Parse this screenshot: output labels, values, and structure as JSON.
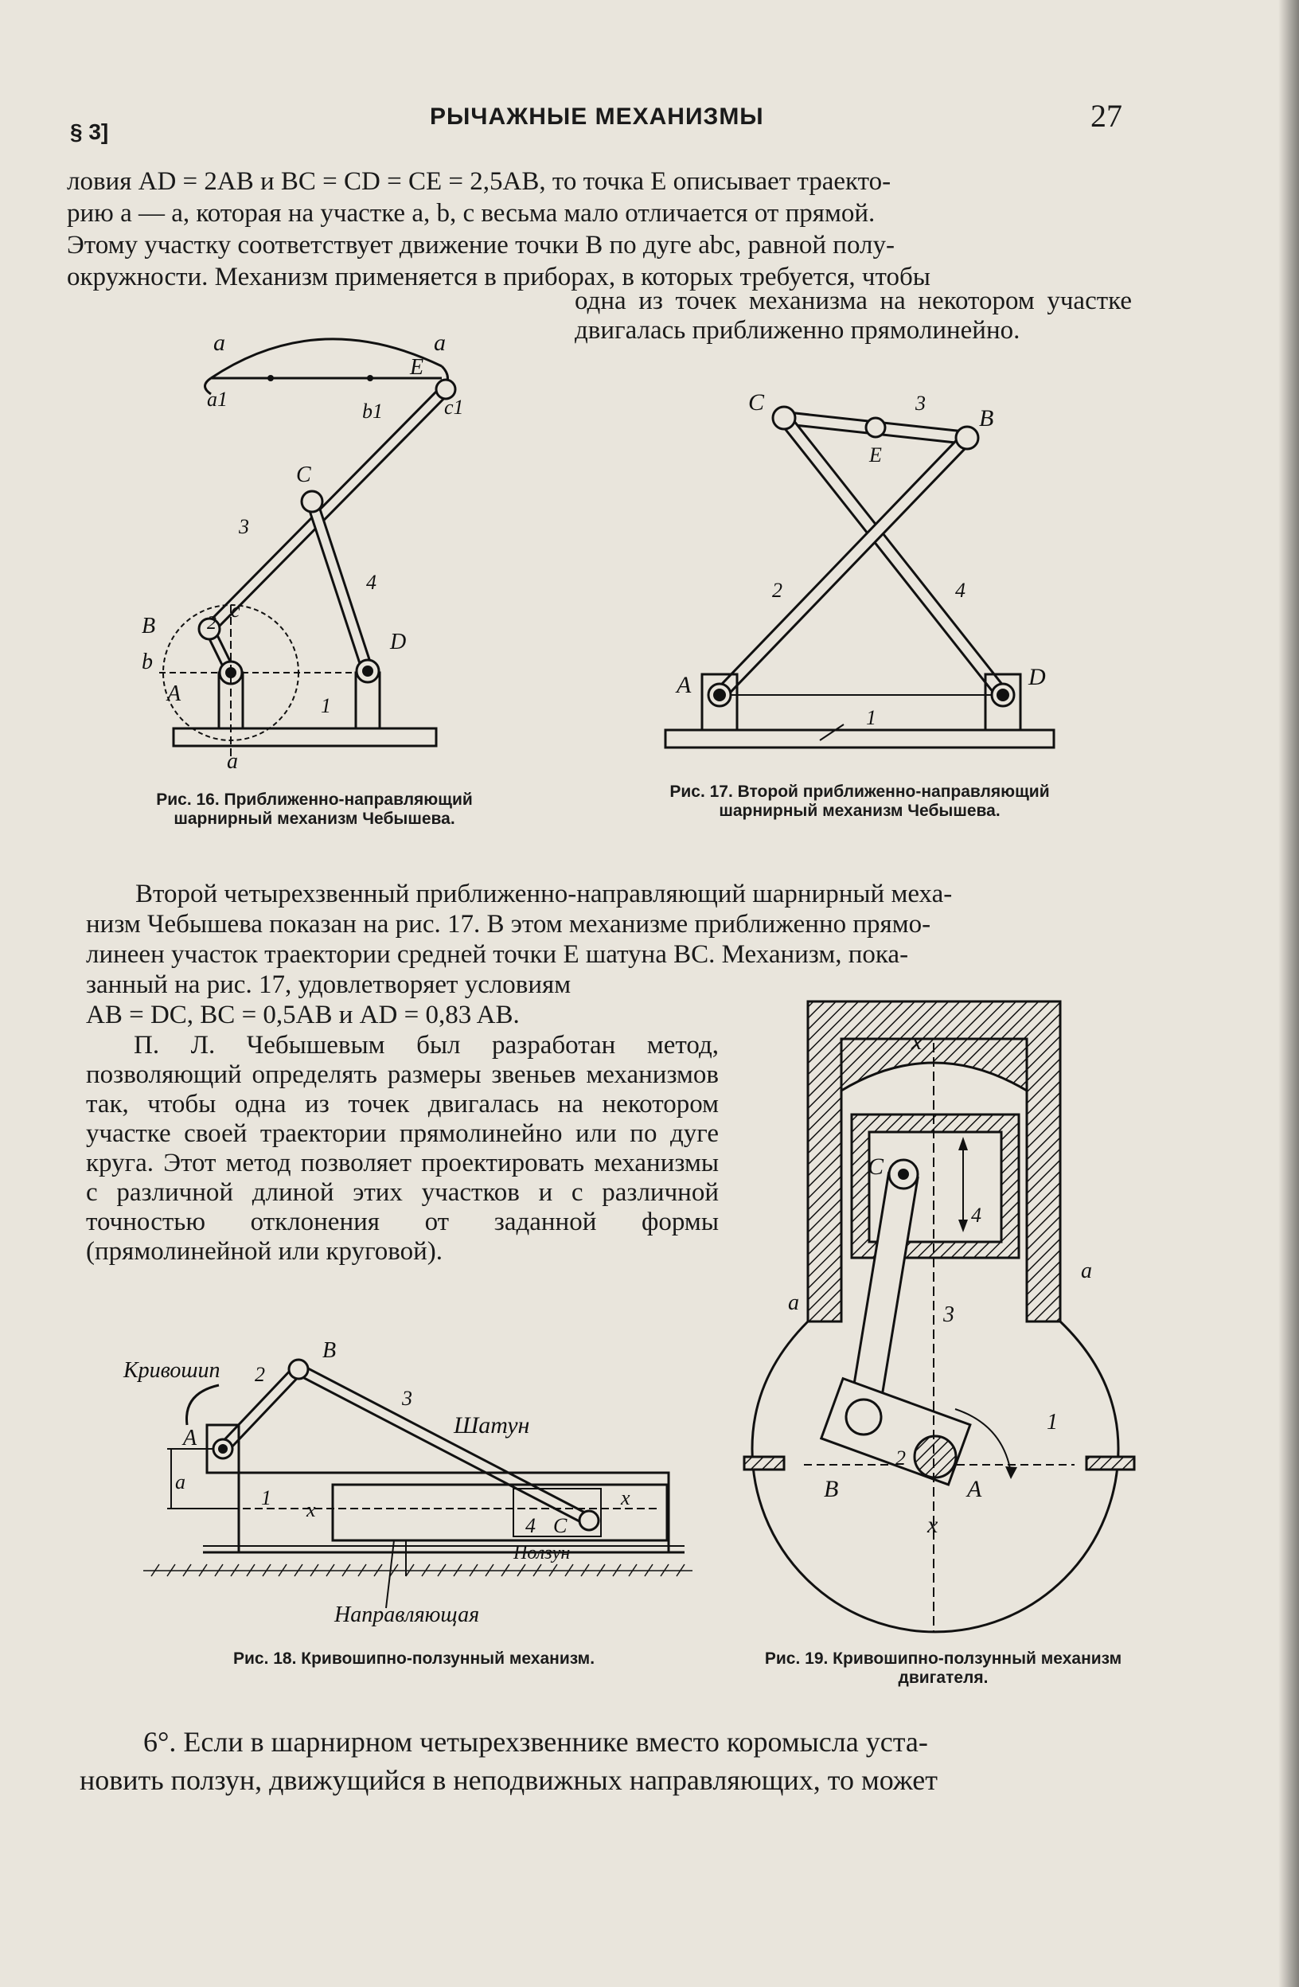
{
  "header": {
    "section": "§ 3]",
    "title": "РЫЧАЖНЫЕ МЕХАНИЗМЫ",
    "page_number": "27"
  },
  "intro": {
    "line1": "ловия AD = 2AB и BC = CD = CE = 2,5AB, то точка E описывает траекто-",
    "line2": "рию a — a, которая на участке a, b, c весьма мало отличается от прямой.",
    "line3": "Этому участку соответствует движение точки B по дуге abc, равной полу-",
    "line4": "окружности. Механизм применяется в приборах, в которых требуется, чтобы",
    "side": "одна из точек механизма на некотором участке двигалась приближенно прямолинейно."
  },
  "fig16": {
    "caption": "Рис. 16. Приближенно-направляющий шарнирный механизм Чебышева.",
    "labels": {
      "a_left": "a",
      "a_right": "a",
      "a1": "a1",
      "b1": "b1",
      "c1": "c1",
      "E": "E",
      "C": "C",
      "n3": "3",
      "n4": "4",
      "B": "B",
      "c": "c",
      "n2": "2",
      "b": "b",
      "A": "A",
      "D": "D",
      "n1": "1",
      "a": "a"
    }
  },
  "fig17": {
    "caption": "Рис. 17. Второй приближенно-направляющий шарнирный механизм Чебышева.",
    "labels": {
      "C": "C",
      "n3": "3",
      "B": "B",
      "E": "E",
      "n2": "2",
      "n4": "4",
      "A": "A",
      "D": "D",
      "n1": "1"
    }
  },
  "para2": {
    "l1": "Второй четырехзвенный приближенно-направляющий шарнирный меха-",
    "l2": "низм Чебышева показан на рис. 17. В этом механизме приближенно прямо-",
    "l3": "линеен участок траектории средней точки E шатуна BC. Механизм, пока-",
    "l4": "занный на рис. 17, удовлетворяет условиям",
    "l5": "AB = DC, BC = 0,5AB и AD = 0,83 AB."
  },
  "para3": {
    "text": "П. Л. Чебышевым был разработан метод, позволяющий определять размеры звеньев механизмов так, чтобы одна из точек двигалась на некотором участке своей траектории прямолинейно или по дуге круга. Этот метод позволяет проектировать механизмы с различной длиной этих участков и с различной точностью отклонения от заданной формы (прямолинейной или круговой)."
  },
  "fig18": {
    "caption": "Рис. 18. Кривошипно-ползунный механизм.",
    "labels": {
      "crank": "Кривошип",
      "n2": "2",
      "B": "B",
      "n3": "3",
      "rod": "Шатун",
      "A": "A",
      "a": "a",
      "n1": "1",
      "x_left": "x",
      "n4": "4",
      "C": "C",
      "x_right": "x",
      "slider": "Ползун",
      "guide": "Направляющая"
    }
  },
  "fig19": {
    "caption": "Рис. 19. Кривошипно-ползунный механизм двигателя.",
    "labels": {
      "x_top": "x",
      "C": "C",
      "n4": "4",
      "a_left": "a",
      "a_right": "a",
      "n3": "3",
      "n1": "1",
      "n2": "2",
      "B": "B",
      "A": "A",
      "x_bottom": "x"
    }
  },
  "para4": {
    "l1": "6°. Если в шарнирном четырехзвеннике вместо коромысла уста-",
    "l2": "новить ползун, движущийся в неподвижных направляющих, то может"
  }
}
